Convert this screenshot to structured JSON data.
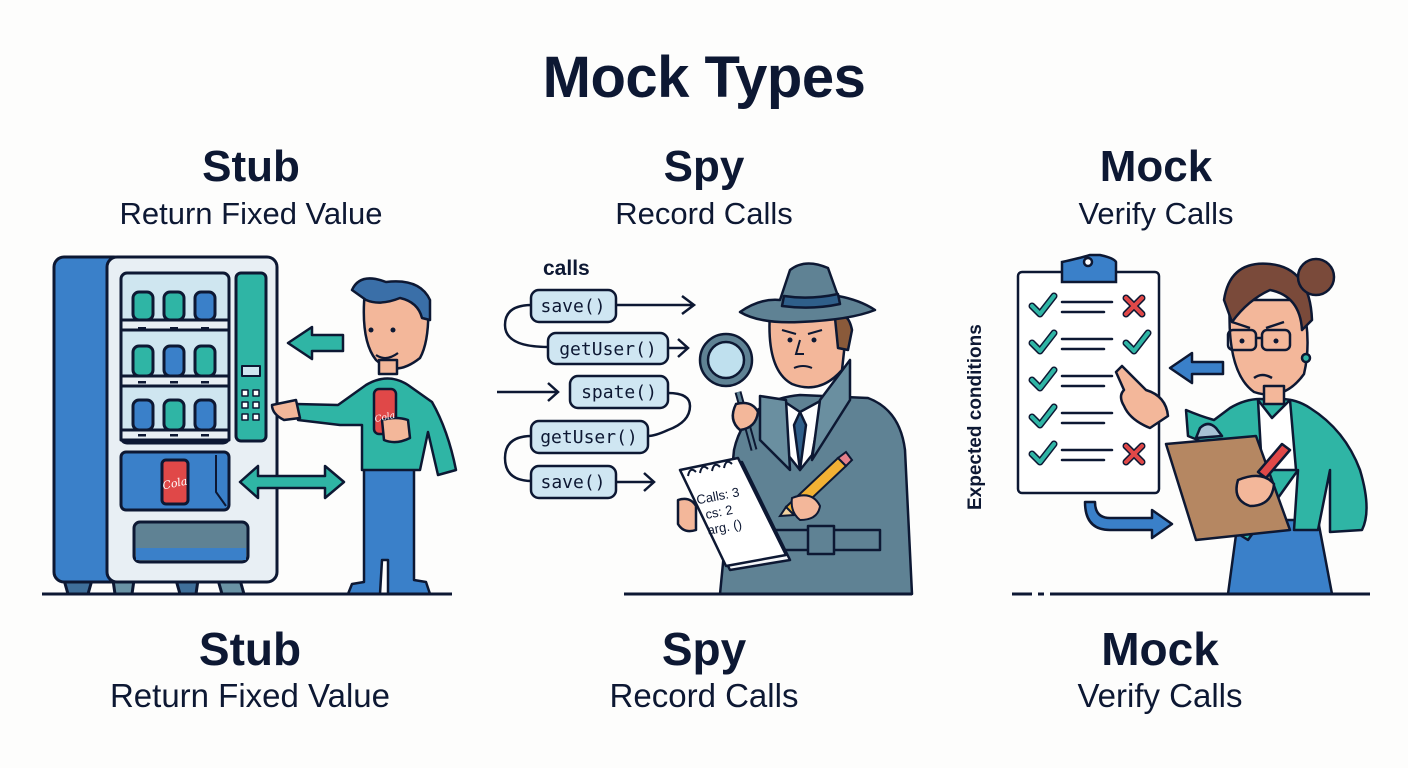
{
  "title": "Mock Types",
  "columns": [
    {
      "id": "stub",
      "name": "Stub",
      "subtitle": "Return Fixed Value",
      "illustration": {
        "scene": "vending-machine",
        "can_labels": [
          "Cola",
          "Cola"
        ],
        "icons": [
          "vending-machine-icon",
          "person-icon",
          "arrow-left-icon",
          "double-arrow-icon",
          "soda-can-icon"
        ]
      }
    },
    {
      "id": "spy",
      "name": "Spy",
      "subtitle": "Record Calls",
      "illustration": {
        "scene": "detective",
        "calls_label": "calls",
        "call_chips": [
          "save()",
          "getUser()",
          "spate()",
          "getUser()",
          "save()"
        ],
        "notepad_lines": [
          "Calls: 3",
          "cs: 2",
          "arg. ()"
        ],
        "icons": [
          "detective-icon",
          "magnifying-glass-icon",
          "notepad-icon",
          "pencil-icon",
          "arrow-right-icon"
        ]
      }
    },
    {
      "id": "mock",
      "name": "Mock",
      "subtitle": "Verify Calls",
      "illustration": {
        "scene": "inspector",
        "side_label": "Expected conditions",
        "checklist": [
          {
            "left": "check",
            "right": "cross"
          },
          {
            "left": "check",
            "right": "check"
          },
          {
            "left": "check",
            "right": ""
          },
          {
            "left": "check",
            "right": ""
          },
          {
            "left": "check",
            "right": "cross"
          }
        ],
        "icons": [
          "clipboard-icon",
          "checkmark-icon",
          "cross-icon",
          "inspector-icon",
          "arrow-left-icon",
          "curved-arrow-icon"
        ]
      }
    }
  ],
  "footer": [
    {
      "name": "Stub",
      "subtitle": "Return Fixed Value"
    },
    {
      "name": "Spy",
      "subtitle": "Record Calls"
    },
    {
      "name": "Mock",
      "subtitle": "Verify Calls"
    }
  ],
  "colors": {
    "ink": "#0d1833",
    "teal": "#2fb5a5",
    "blue": "#3b82c8",
    "light_blue": "#cfe6f2",
    "slate": "#5f8294",
    "red": "#e04848",
    "skin": "#f3b79a",
    "brown": "#b58762"
  }
}
